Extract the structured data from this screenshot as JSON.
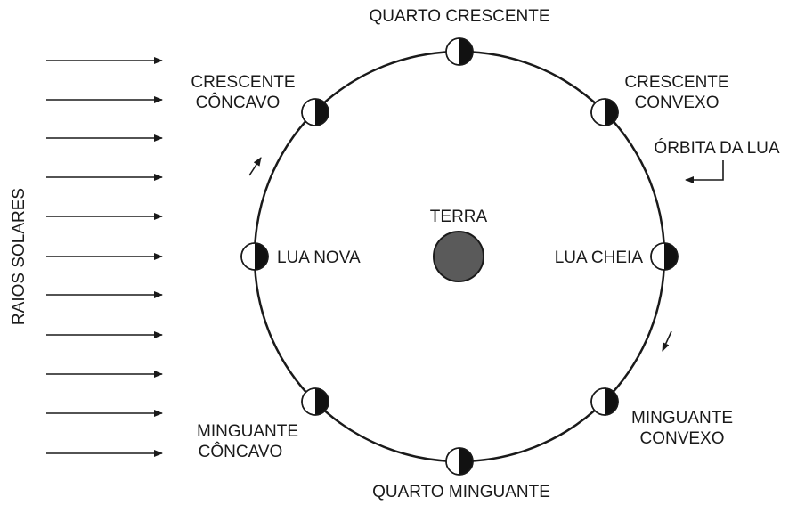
{
  "labels": {
    "solar_rays": "RAIOS SOLARES",
    "earth": "TERRA",
    "orbit": "ÓRBITA DA LUA",
    "quarto_crescente": "QUARTO CRESCENTE",
    "crescente_concavo_1": "CRESCENTE",
    "crescente_concavo_2": "CÔNCAVO",
    "crescente_convexo_1": "CRESCENTE",
    "crescente_convexo_2": "CONVEXO",
    "lua_nova": "LUA NOVA",
    "lua_cheia": "LUA CHEIA",
    "minguante_concavo_1": "MINGUANTE",
    "minguante_concavo_2": "CÔNCAVO",
    "minguante_convexo_1": "MINGUANTE",
    "minguante_convexo_2": "CONVEXO",
    "quarto_minguante": "QUARTO MINGUANTE"
  },
  "colors": {
    "earth_fill": "#5a5a5a",
    "moon_dark": "#111111",
    "moon_light": "#ffffff",
    "line": "#1a1a1a"
  },
  "icons": {
    "ray_arrow": "right-arrow",
    "orbit_direction": "curved-arrow"
  }
}
